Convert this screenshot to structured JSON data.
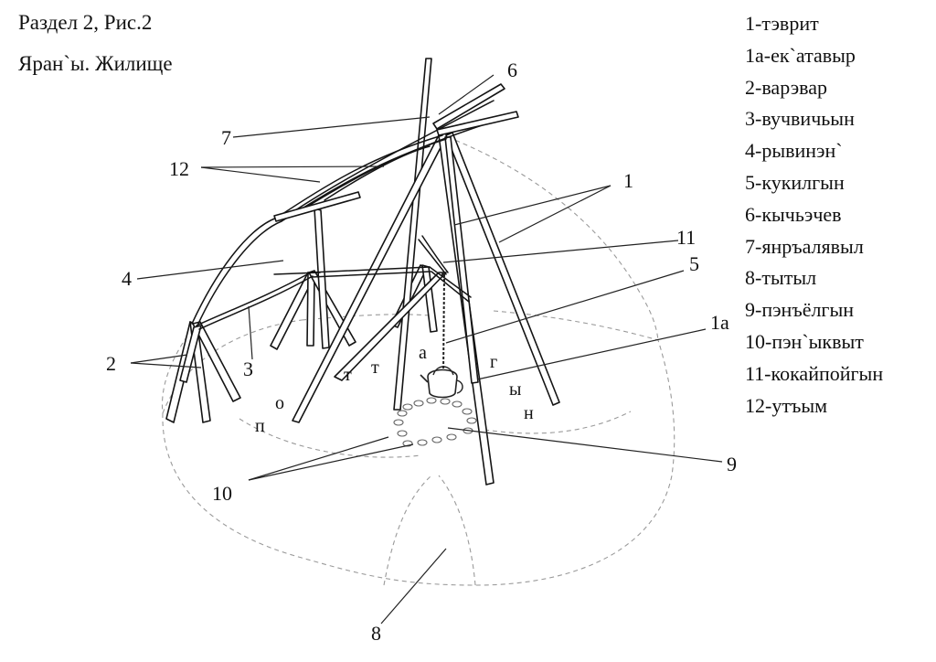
{
  "header": {
    "section": "Раздел 2, Рис.2",
    "title": "Яран`ы. Жилище"
  },
  "legend": [
    "1-тэврит",
    "1а-ек`атавыр",
    "2-варэвар",
    "3-вучвичьын",
    "4-рывинэн`",
    "5-кукилгын",
    "6-кычьэчев",
    "7-янръалявыл",
    "8-тытыл",
    "9-пэнъёлгын",
    "10-пэн`ыквыт",
    "11-кокайпойгын",
    "12-утъым"
  ],
  "callouts": {
    "c1": "1",
    "c1a": "1а",
    "c2": "2",
    "c3": "3",
    "c4": "4",
    "c5": "5",
    "c6": "6",
    "c7": "7",
    "c8": "8",
    "c9": "9",
    "c10": "10",
    "c11": "11",
    "c12": "12"
  },
  "floor_letters": {
    "p": "п",
    "o": "о",
    "t1": "т",
    "t2": "т",
    "a": "а",
    "g": "г",
    "y": "ы",
    "n": "н"
  }
}
